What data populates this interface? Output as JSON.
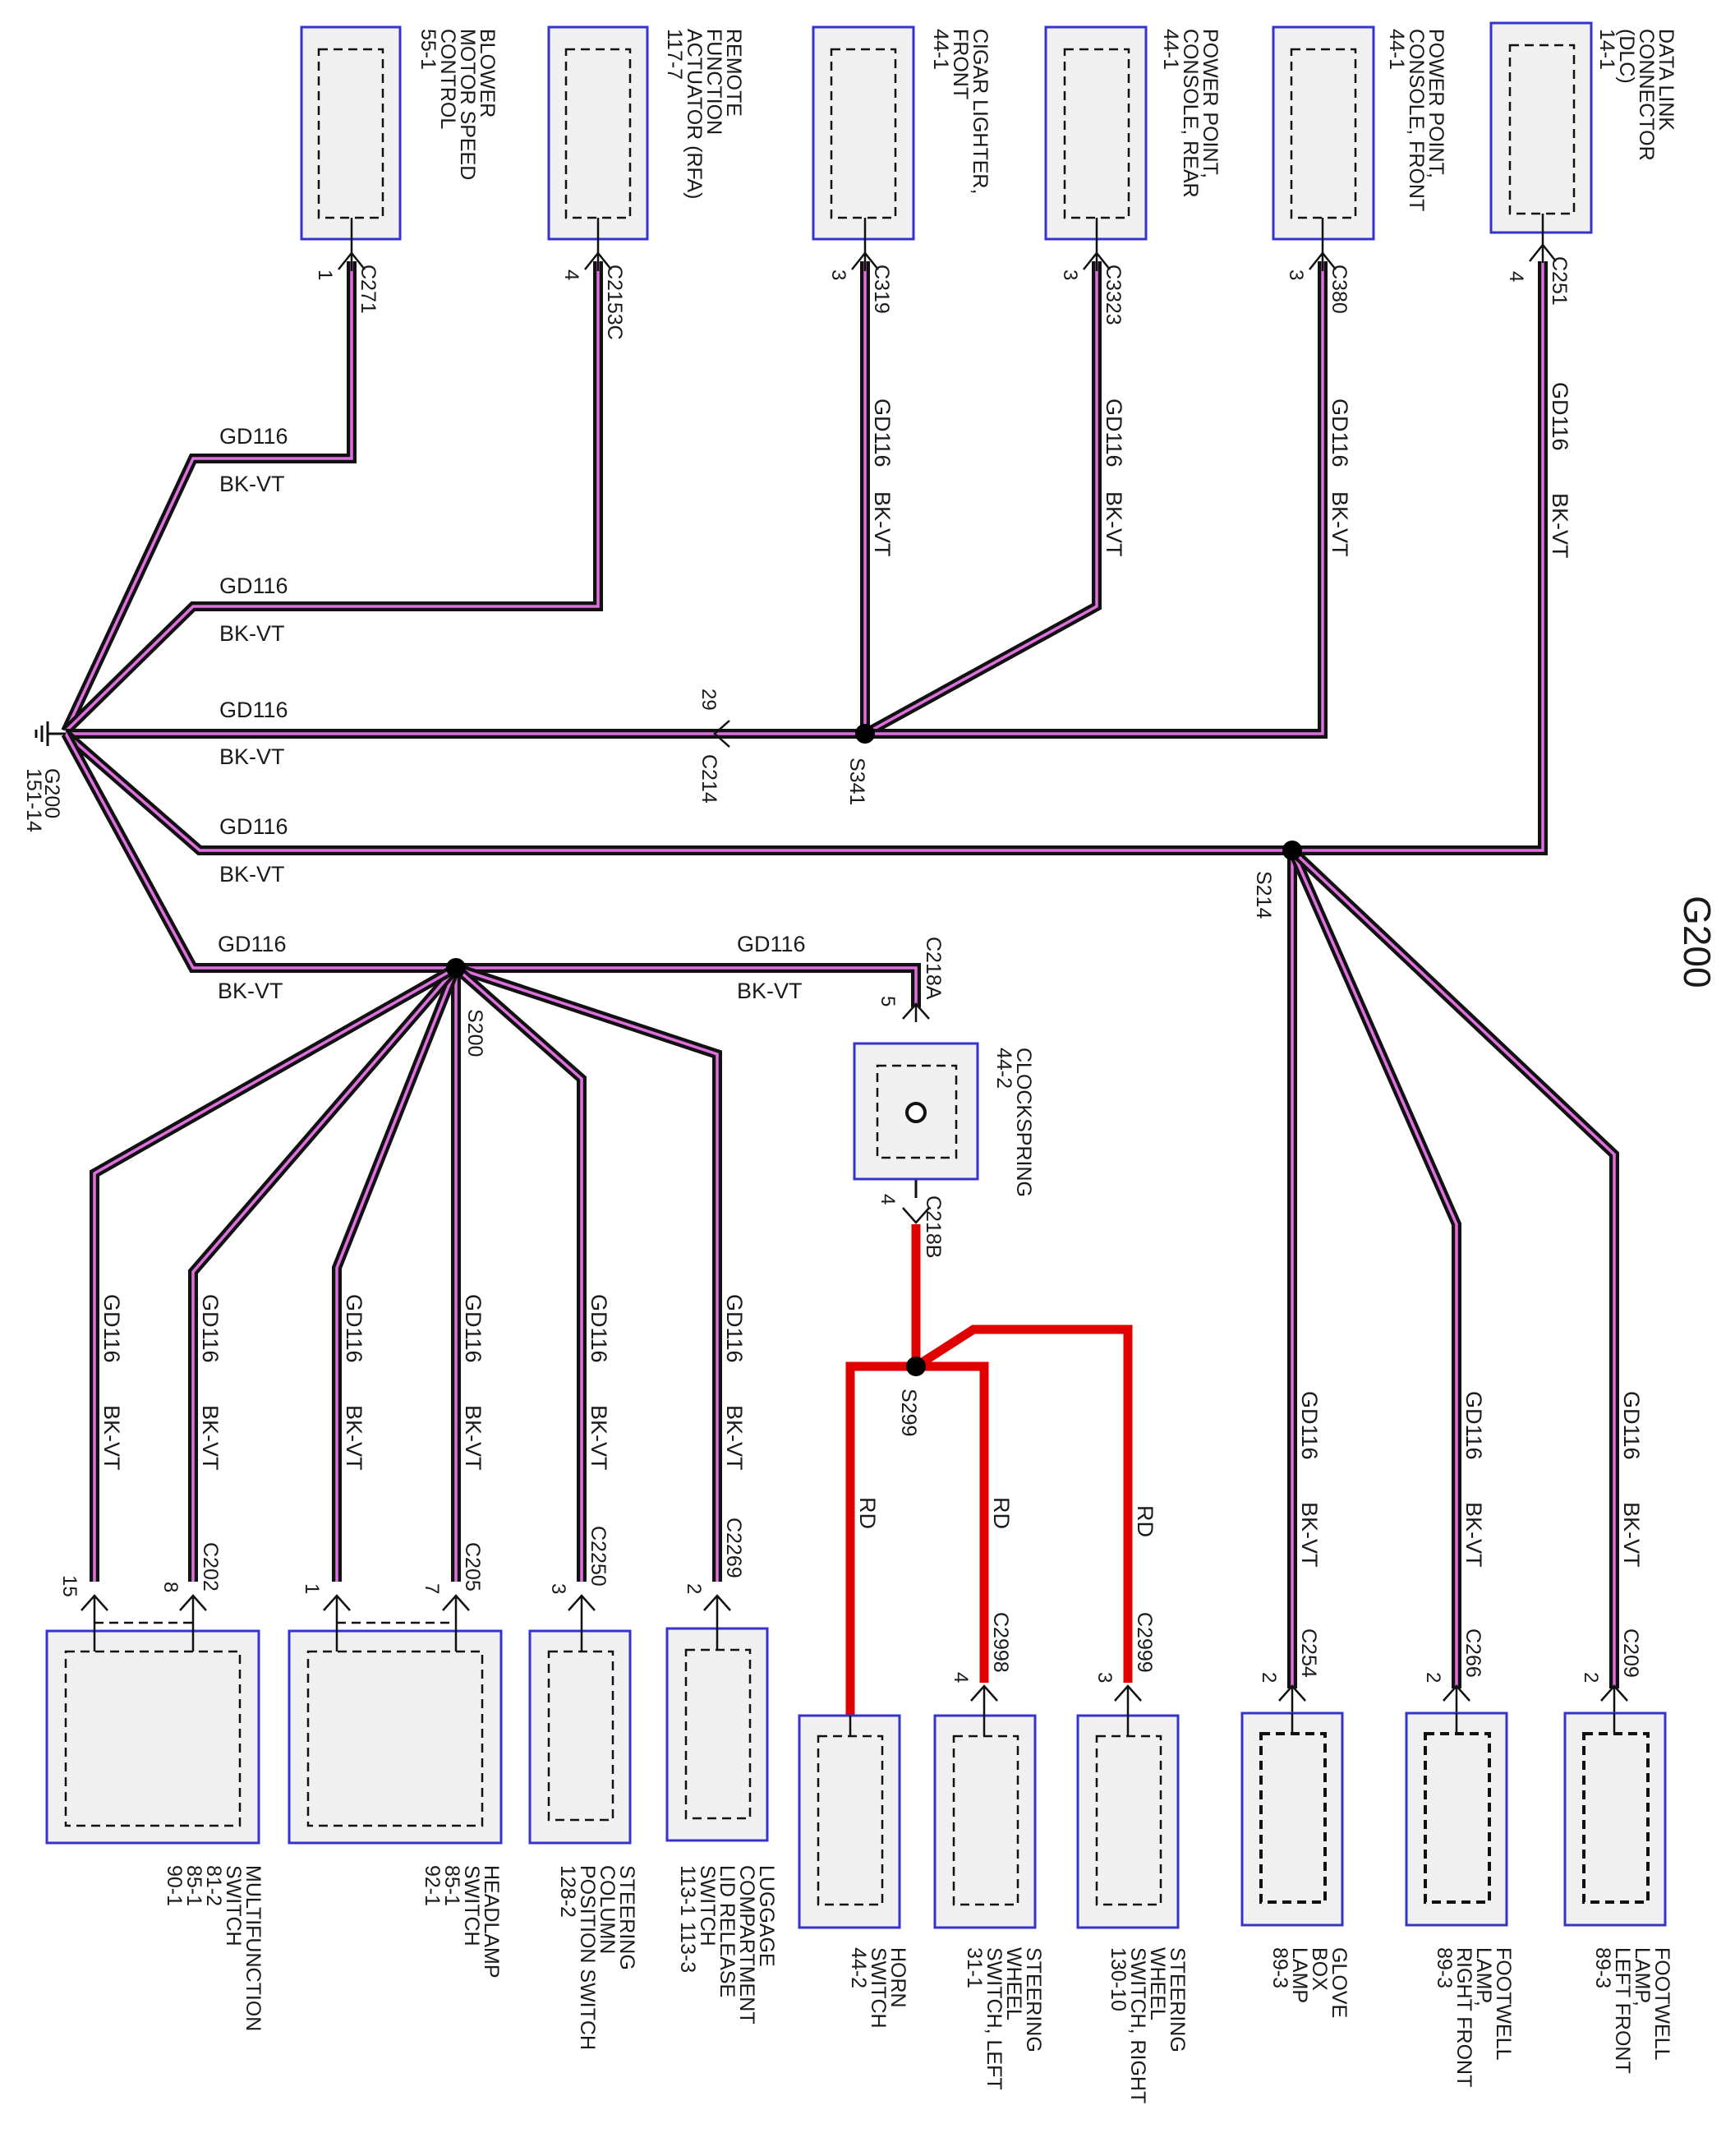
{
  "title": "G200",
  "wire": {
    "circuit": "GD116",
    "color": "BK-VT",
    "red_color": "RD"
  },
  "components": {
    "blower": {
      "lines": [
        "BLOWER",
        "MOTOR SPEED",
        "CONTROL",
        "55-1"
      ],
      "connector": "C271",
      "pin": "1"
    },
    "rfa": {
      "lines": [
        "REMOTE",
        "FUNCTION",
        "ACTUATOR (RFA)",
        "117-7"
      ],
      "connector": "C2153C",
      "pin": "4"
    },
    "cigar": {
      "lines": [
        "CIGAR LIGHTER,",
        "FRONT",
        "44-1"
      ],
      "connector": "C319",
      "pin": "3"
    },
    "pp_rear": {
      "lines": [
        "POWER POINT,",
        "CONSOLE, REAR",
        "44-1"
      ],
      "connector": "C3323",
      "pin": "3"
    },
    "pp_front": {
      "lines": [
        "POWER POINT,",
        "CONSOLE, FRONT",
        "44-1"
      ],
      "connector": "C380",
      "pin": "3"
    },
    "dlc": {
      "lines": [
        "DATA LINK",
        "CONNECTOR",
        "(DLC)",
        "14-1"
      ],
      "connector": "C251",
      "pin": "4"
    },
    "clockspring": {
      "lines": [
        "CLOCKSPRING",
        "44-2"
      ],
      "connector_top": "C218A",
      "pin_top": "5",
      "connector_bottom": "C218B",
      "pin_bottom": "4"
    },
    "multifunction": {
      "lines": [
        "MULTIFUNCTION",
        "SWITCH",
        "81-2",
        "85-1",
        "90-1"
      ],
      "connector": "C202",
      "pin_a": "15",
      "pin_b": "8"
    },
    "headlamp": {
      "lines": [
        "HEADLAMP",
        "SWITCH",
        "85-1",
        "92-1"
      ],
      "connector": "C205",
      "pin_a": "1",
      "pin_b": "7"
    },
    "steering_column": {
      "lines": [
        "STEERING",
        "COLUMN",
        "POSITION SWITCH",
        "128-2"
      ],
      "connector": "C2250",
      "pin": "3"
    },
    "luggage": {
      "lines": [
        "LUGGAGE",
        "COMPARTMENT",
        "LID RELEASE",
        "SWITCH",
        "113-1  113-3"
      ],
      "connector": "C2269",
      "pin": "2"
    },
    "horn": {
      "lines": [
        "HORN",
        "SWITCH",
        "44-2"
      ]
    },
    "sw_left": {
      "lines": [
        "STEERING",
        "WHEEL",
        "SWITCH, LEFT",
        "31-1"
      ],
      "connector": "C2998",
      "pin": "4"
    },
    "sw_right": {
      "lines": [
        "STEERING",
        "WHEEL",
        "SWITCH, RIGHT",
        "130-10"
      ],
      "connector": "C2999",
      "pin": "3"
    },
    "glovebox": {
      "lines": [
        "GLOVE",
        "BOX",
        "LAMP",
        "89-3"
      ],
      "connector": "C254",
      "pin": "2"
    },
    "fw_rf": {
      "lines": [
        "FOOTWELL",
        "LAMP,",
        "RIGHT FRONT",
        "89-3"
      ],
      "connector": "C266",
      "pin": "2"
    },
    "fw_lf": {
      "lines": [
        "FOOTWELL",
        "LAMP,",
        "LEFT FRONT",
        "89-3"
      ],
      "connector": "C209",
      "pin": "2"
    }
  },
  "ground": {
    "name": "G200",
    "ref": "151-14"
  },
  "splices": {
    "s341": "S341",
    "s214": "S214",
    "s200": "S200",
    "s299": "S299"
  },
  "inline": {
    "connector": "C214",
    "pin": "29"
  }
}
